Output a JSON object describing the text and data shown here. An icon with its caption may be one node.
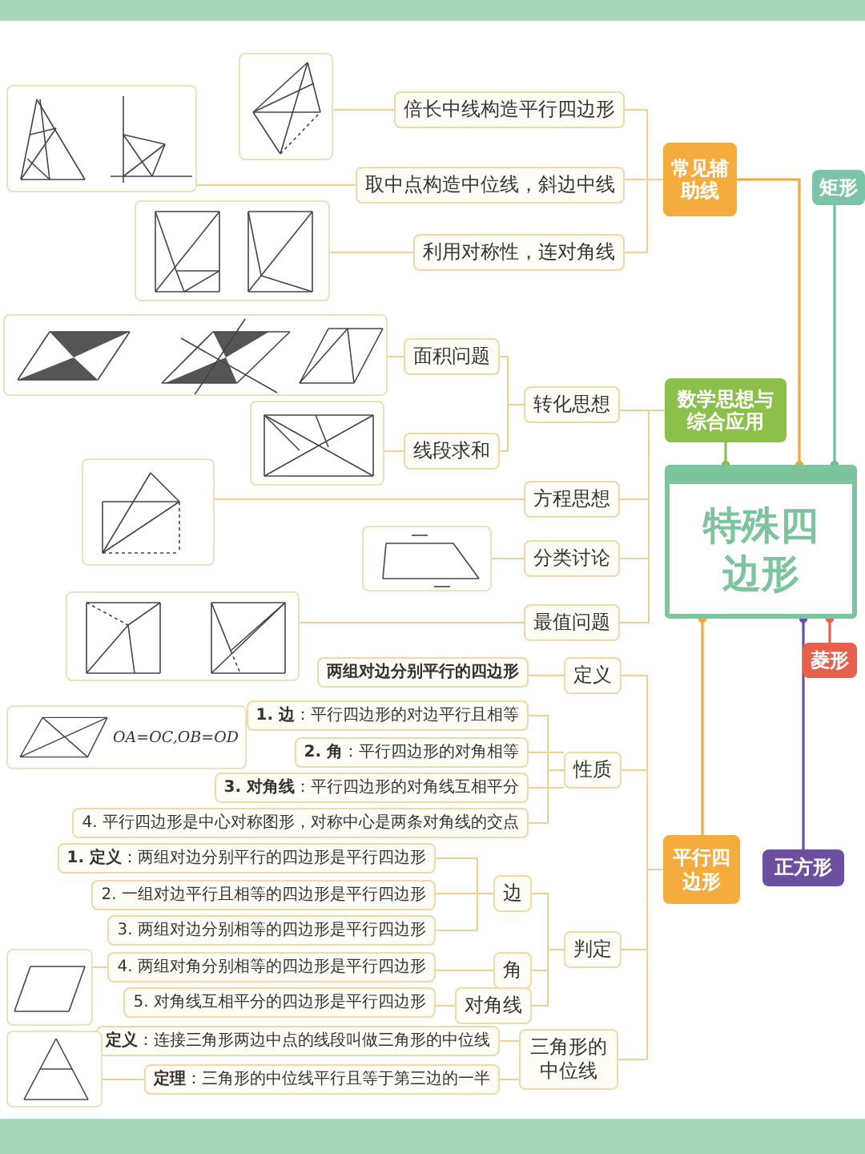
{
  "diagram": {
    "nodes": [
      {
        "text": [
          "特殊四边形"
        ]
      },
      {
        "text": [
          "常见辅助线"
        ]
      },
      {
        "text": [
          "矩形"
        ]
      },
      {
        "text": [
          "数学思想与综合应用"
        ]
      },
      {
        "text": [
          "菱形"
        ]
      },
      {
        "text": [
          "平行四边形"
        ]
      },
      {
        "text": [
          "正方形"
        ]
      },
      {
        "text": [
          "倍长中线构造平行四边形"
        ]
      },
      {
        "text": [
          "取中点构造中位线，斜边中线"
        ]
      },
      {
        "text": [
          "利用对称性，连对角线"
        ]
      },
      {
        "text": [
          "面积问题"
        ]
      },
      {
        "text": [
          "线段求和"
        ]
      },
      {
        "text": [
          "转化思想"
        ]
      },
      {
        "text": [
          "方程思想"
        ]
      },
      {
        "text": [
          "分类讨论"
        ]
      },
      {
        "text": [
          "最值问题"
        ]
      },
      {
        "text": [
          "定义"
        ]
      },
      {
        "text": [
          "两组对边分别平行的四边形"
        ]
      },
      {
        "text": [
          "性质"
        ]
      },
      {
        "text": [
          "**1. 边**：平行四边形的对边平行且相等"
        ]
      },
      {
        "text": [
          "**2. 角**：平行四边形的对角相等"
        ]
      },
      {
        "text": [
          "**3. 对角线**：平行四边形的对角线互相平分"
        ]
      },
      {
        "text": [
          "4. 平行四边形是中心对称图形，对称中心是两条对角线的交点"
        ]
      },
      {
        "text": [
          "判定"
        ]
      },
      {
        "text": [
          "边"
        ]
      },
      {
        "text": [
          "角"
        ]
      },
      {
        "text": [
          "对角线"
        ]
      },
      {
        "text": [
          "**1. 定义**：两组对边分别平行的四边形是平行四边形"
        ]
      },
      {
        "text": [
          "2. 一组对边平行且相等的四边形是平行四边形"
        ]
      },
      {
        "text": [
          "3. 两组对边分别相等的四边形是平行四边形"
        ]
      },
      {
        "text": [
          "4. 两组对角分别相等的四边形是平行四边形"
        ]
      },
      {
        "text": [
          "5. 对角线互相平分的四边形是平行四边形"
        ]
      },
      {
        "text": [
          "三角形的中位线"
        ]
      },
      {
        "text": [
          "**定义**：连接三角形两边中点的线段叫做三角形的中位线"
        ]
      },
      {
        "text": [
          "**定理**：三角形的中位线平行且等于第三边的一半"
        ]
      },
      {
        "text": [],
        "shape": "picture"
      },
      {
        "text": [],
        "shape": "picture"
      },
      {
        "text": [],
        "shape": "picture"
      },
      {
        "text": [],
        "shape": "picture"
      },
      {
        "text": [],
        "shape": "picture"
      },
      {
        "text": [],
        "shape": "picture"
      },
      {
        "text": [],
        "shape": "picture"
      },
      {
        "text": [],
        "shape": "picture"
      },
      {
        "text": [
          "OA=OC,OB=OD"
        ]
      },
      {
        "text": [],
        "shape": "picture"
      },
      {
        "text": [],
        "shape": "picture"
      }
    ],
    "edges": [
      {
        "from": 1,
        "to": 0,
        "arrow": "other",
        "color": "#f2a93b"
      },
      {
        "from": 2,
        "to": 0,
        "arrow": "other",
        "color": "#6bbf9e"
      },
      {
        "from": 3,
        "to": 0,
        "arrow": "other",
        "color": "#8cc04b"
      },
      {
        "from": 4,
        "to": 0,
        "arrow": "other",
        "color": "#e8604c"
      },
      {
        "from": 5,
        "to": 0,
        "arrow": "other",
        "color": "#f2a93b"
      },
      {
        "from": 6,
        "to": 0,
        "arrow": "other",
        "color": "#6d4fa0"
      },
      {
        "from": 1,
        "to": 7,
        "arrow": "none"
      },
      {
        "from": 1,
        "to": 8,
        "arrow": "none"
      },
      {
        "from": 1,
        "to": 9,
        "arrow": "none"
      },
      {
        "from": 3,
        "to": 12,
        "arrow": "none"
      },
      {
        "from": 3,
        "to": 13,
        "arrow": "none"
      },
      {
        "from": 3,
        "to": 14,
        "arrow": "none"
      },
      {
        "from": 3,
        "to": 15,
        "arrow": "none"
      },
      {
        "from": 12,
        "to": 10,
        "arrow": "none"
      },
      {
        "from": 12,
        "to": 11,
        "arrow": "none"
      },
      {
        "from": 5,
        "to": 16,
        "arrow": "none"
      },
      {
        "from": 5,
        "to": 18,
        "arrow": "none"
      },
      {
        "from": 5,
        "to": 23,
        "arrow": "none"
      },
      {
        "from": 5,
        "to": 32,
        "arrow": "none"
      },
      {
        "from": 16,
        "to": 17,
        "arrow": "none"
      },
      {
        "from": 18,
        "to": 19,
        "arrow": "none"
      },
      {
        "from": 18,
        "to": 20,
        "arrow": "none"
      },
      {
        "from": 18,
        "to": 21,
        "arrow": "none"
      },
      {
        "from": 18,
        "to": 22,
        "arrow": "none"
      },
      {
        "from": 23,
        "to": 24,
        "arrow": "none"
      },
      {
        "from": 23,
        "to": 25,
        "arrow": "none"
      },
      {
        "from": 23,
        "to": 26,
        "arrow": "none"
      },
      {
        "from": 24,
        "to": 27,
        "arrow": "none"
      },
      {
        "from": 24,
        "to": 28,
        "arrow": "none"
      },
      {
        "from": 24,
        "to": 29,
        "arrow": "none"
      },
      {
        "from": 25,
        "to": 30,
        "arrow": "none"
      },
      {
        "from": 26,
        "to": 31,
        "arrow": "none"
      },
      {
        "from": 32,
        "to": 33,
        "arrow": "none"
      },
      {
        "from": 32,
        "to": 34,
        "arrow": "none"
      },
      {
        "from": 36,
        "to": 7,
        "arrow": "none"
      },
      {
        "from": 35,
        "to": 8,
        "arrow": "none"
      },
      {
        "from": 37,
        "to": 9,
        "arrow": "none"
      },
      {
        "from": 38,
        "to": 10,
        "arrow": "none"
      },
      {
        "from": 39,
        "to": 11,
        "arrow": "none"
      },
      {
        "from": 40,
        "to": 13,
        "arrow": "none"
      },
      {
        "from": 41,
        "to": 14,
        "arrow": "none"
      },
      {
        "from": 42,
        "to": 15,
        "arrow": "none"
      },
      {
        "from": 44,
        "to": 30,
        "arrow": "none"
      },
      {
        "from": 45,
        "to": 34,
        "arrow": "none"
      }
    ]
  }
}
